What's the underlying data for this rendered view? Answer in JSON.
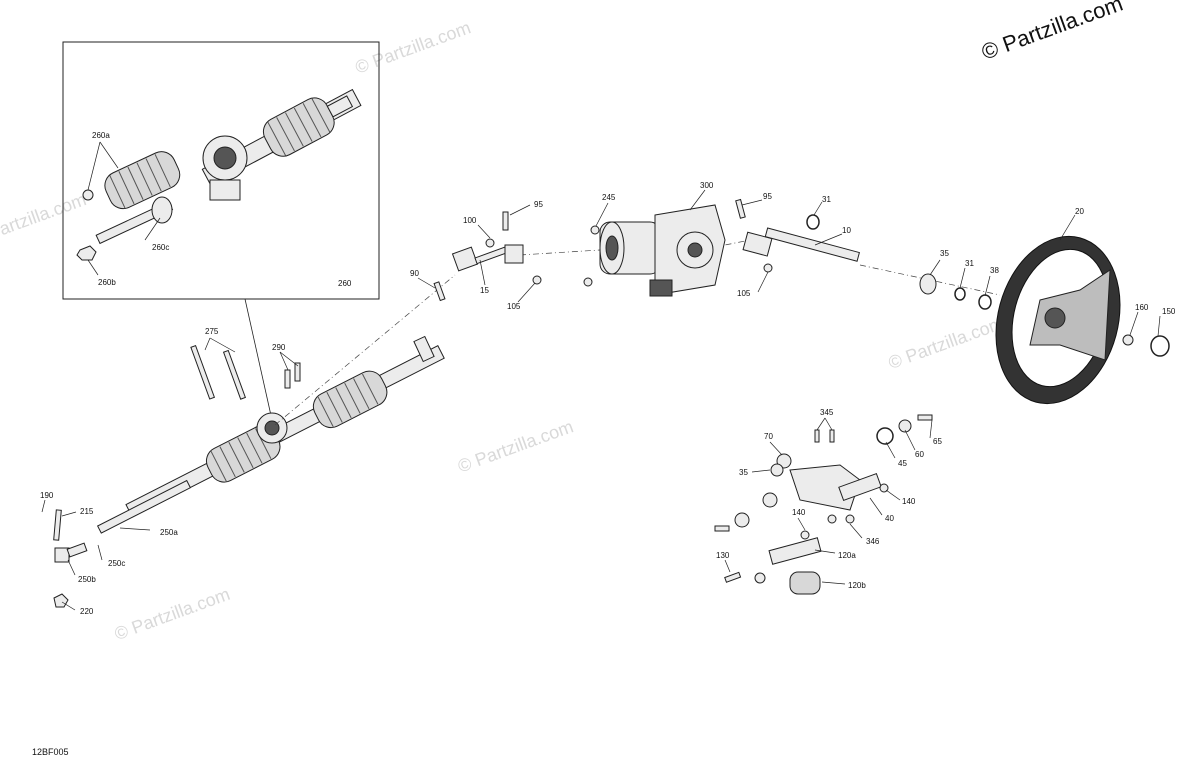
{
  "copyright": "© Partzilla.com",
  "watermark": "© Partzilla.com",
  "diagram_code": "12BF005",
  "inset_label": "260",
  "callouts": {
    "c260a": "260a",
    "c260b": "260b",
    "c260c": "260c",
    "c275": "275",
    "c290": "290",
    "c190": "190",
    "c215": "215",
    "c250a": "250a",
    "c250b": "250b",
    "c250c": "250c",
    "c220": "220",
    "c90": "90",
    "c100": "100",
    "c95a": "95",
    "c15": "15",
    "c105a": "105",
    "c245": "245",
    "c300": "300",
    "c95b": "95",
    "c105b": "105",
    "c31a": "31",
    "c10": "10",
    "c35a": "35",
    "c31b": "31",
    "c38": "38",
    "c20": "20",
    "c160": "160",
    "c150": "150",
    "c345": "345",
    "c70": "70",
    "c35b": "35",
    "c65": "65",
    "c60": "60",
    "c45": "45",
    "c140a": "140",
    "c40": "40",
    "c140b": "140",
    "c346": "346",
    "c120a": "120a",
    "c130": "130",
    "c120b": "120b"
  }
}
